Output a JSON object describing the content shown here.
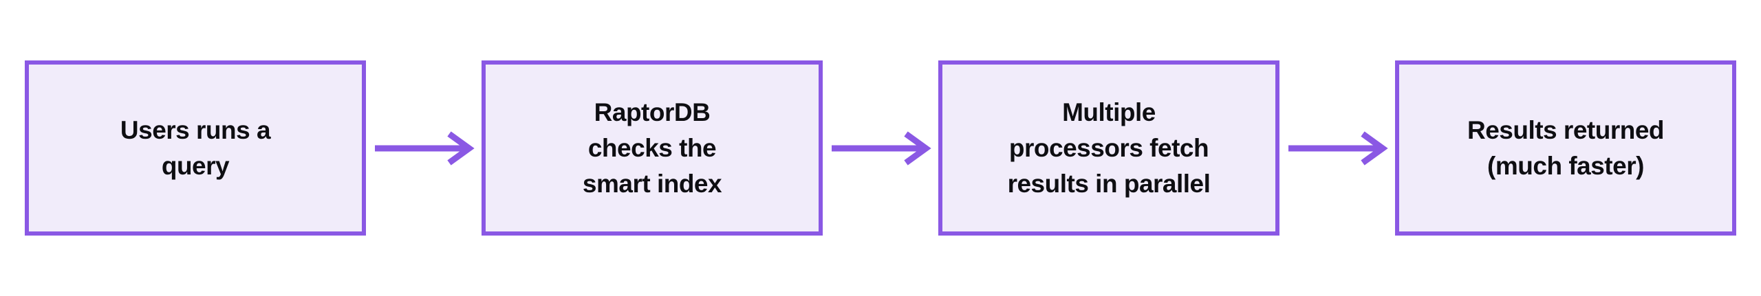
{
  "colors": {
    "background": "#ffffff",
    "box_fill": "#f1ecfa",
    "box_border": "#8a58e4",
    "arrow": "#8a58e4",
    "text": "#0e0e12"
  },
  "flow": {
    "steps": [
      {
        "text": "Users runs a query",
        "lines": [
          "Users runs a",
          "query"
        ]
      },
      {
        "text": "RaptorDB checks the smart index",
        "lines": [
          "RaptorDB",
          "checks the",
          "smart index"
        ]
      },
      {
        "text": "Multiple processors fetch results in parallel",
        "lines": [
          "Multiple",
          "processors fetch",
          "results in parallel"
        ]
      },
      {
        "text": "Results returned (much faster)",
        "lines": [
          "Results returned",
          "(much faster)"
        ]
      }
    ]
  }
}
